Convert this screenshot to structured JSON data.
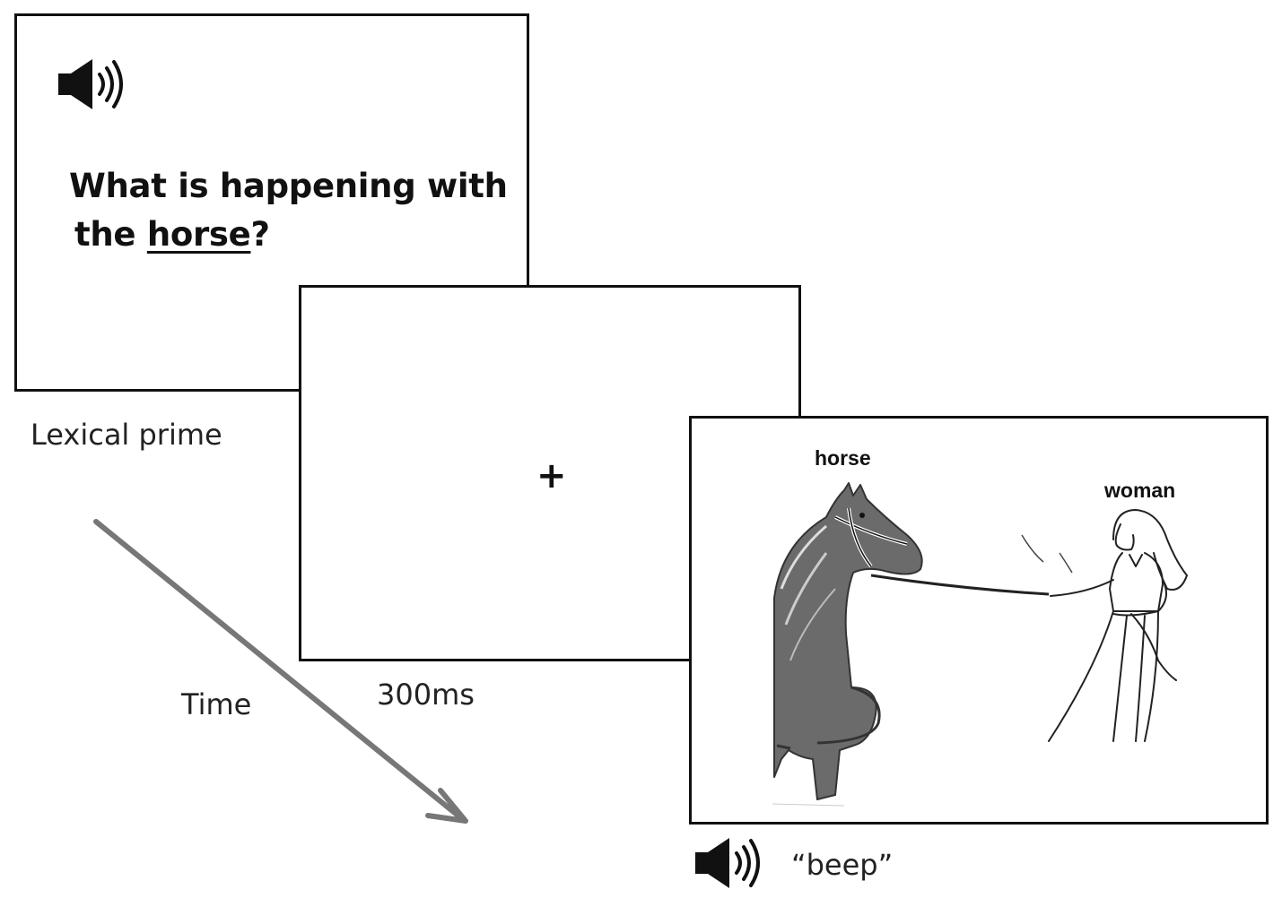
{
  "prime_panel": {
    "question_line1": "What is happening with",
    "question_line2_prefix": "the ",
    "question_keyword": "horse",
    "question_line2_suffix": "?",
    "icon": "speaker-icon"
  },
  "labels": {
    "lexical_prime": "Lexical prime",
    "time": "Time",
    "duration": "300ms",
    "beep": "“beep”"
  },
  "fixation_panel": {
    "cross": "+"
  },
  "scene_panel": {
    "horse_label": "horse",
    "woman_label": "woman",
    "icon": "speaker-icon"
  },
  "colors": {
    "ink": "#111111",
    "arrow": "#777777",
    "horse_fill": "#6b6b6b"
  }
}
